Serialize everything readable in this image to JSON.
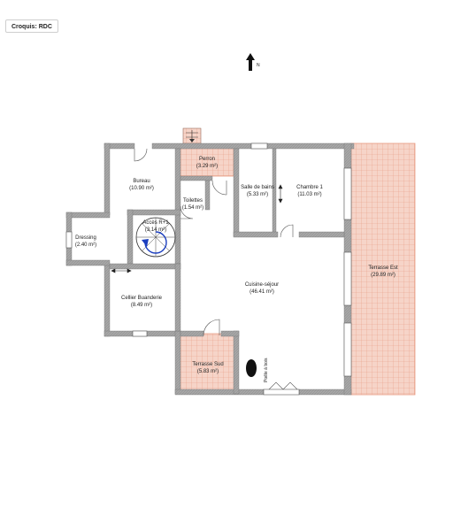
{
  "header": {
    "prefix": "Croquis:",
    "level": "RDC"
  },
  "compass": {
    "label": "N"
  },
  "colors": {
    "wall": "#a6a6a6",
    "wall_outline": "#777777",
    "exterior": "#f6d4c8",
    "grid": "#e89e86"
  },
  "rooms": {
    "bureau": {
      "name": "Bureau",
      "area": "(10.90 m²)"
    },
    "perron": {
      "name": "Perron",
      "area": "(3.29 m²)"
    },
    "salle_de_bains": {
      "name": "Salle de bains",
      "area": "(5.33 m²)"
    },
    "chambre": {
      "name": "Chambre 1",
      "area": "(11.03 m²)"
    },
    "toilettes": {
      "name": "Toilettes",
      "area": "(1.54 m²)"
    },
    "acces": {
      "name": "Accès R+1",
      "area": "(3.14 m²)"
    },
    "dressing": {
      "name": "Dressing",
      "area": "(2.40 m²)"
    },
    "cuisine": {
      "name": "Cuisine-séjour",
      "area": "(46.41 m²)"
    },
    "terrasse_est": {
      "name": "Terrasse Est",
      "area": "(29.89 m²)"
    },
    "cellier": {
      "name": "Cellier Buanderie",
      "area": "(8.49 m²)"
    },
    "terrasse_sud": {
      "name": "Terrasse Sud",
      "area": "(5.83 m²)"
    }
  },
  "stove": {
    "label": "Poêle à bois"
  }
}
